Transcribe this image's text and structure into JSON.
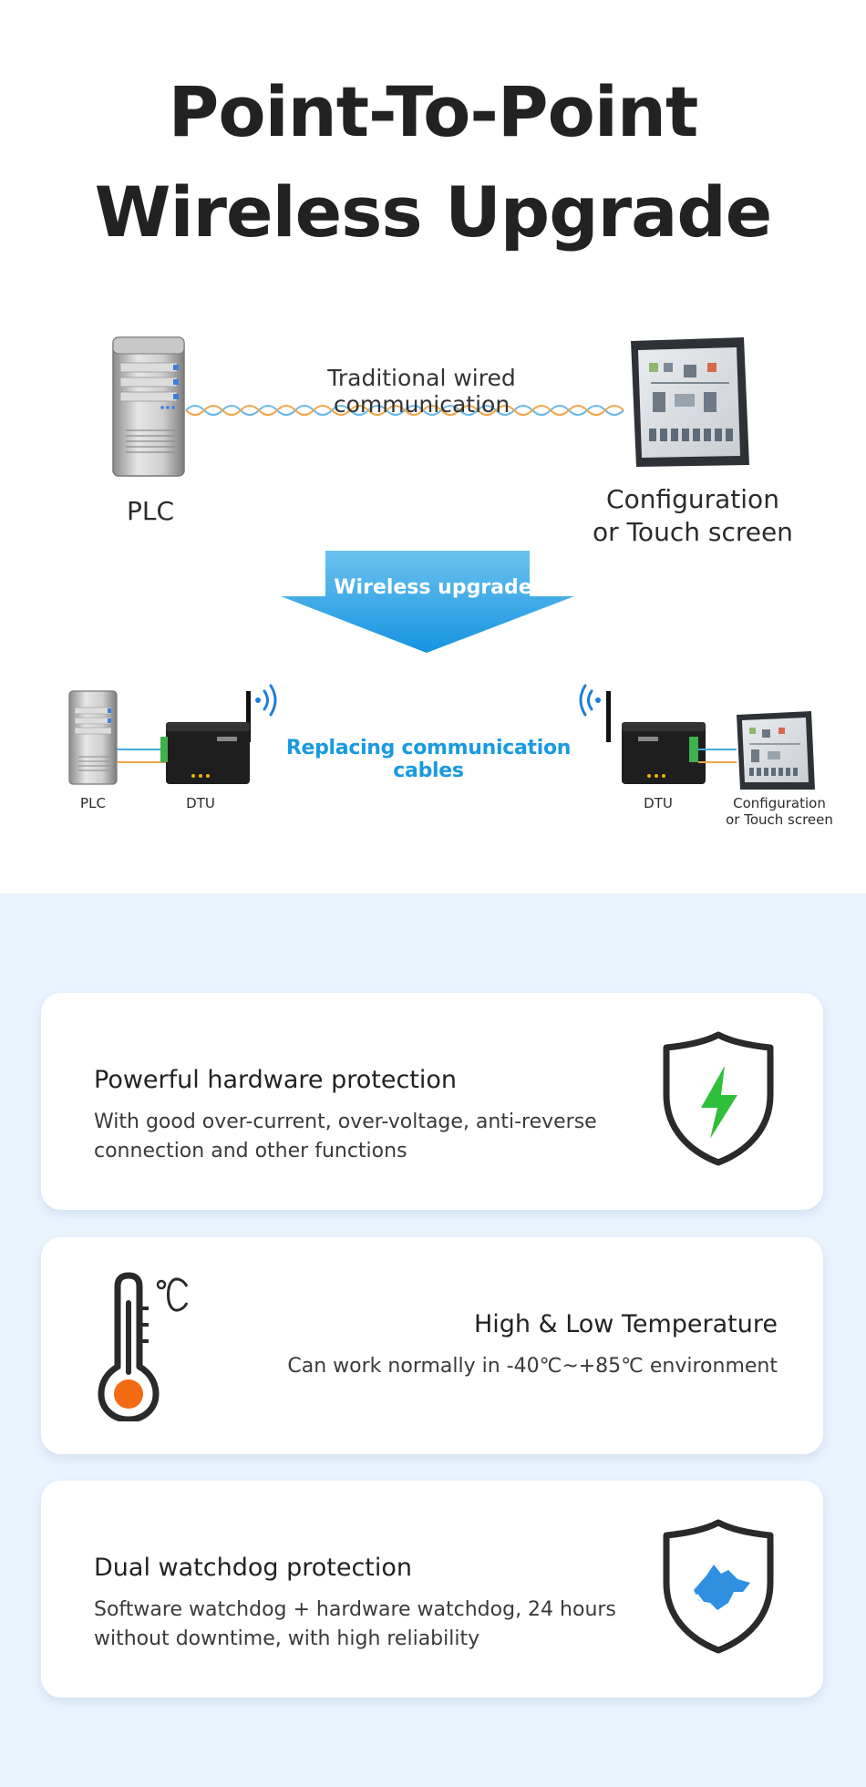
{
  "header": {
    "title_line1": "Point-To-Point",
    "title_line2": "Wireless Upgrade"
  },
  "diagram": {
    "wired_label": "Traditional wired communication",
    "plc_label": "PLC",
    "screen_label_line1": "Configuration",
    "screen_label_line2": "or Touch screen",
    "arrow_label": "Wireless upgrade",
    "replace_label": "Replacing communication cables",
    "small_plc_label": "PLC",
    "dtu_left_label": "DTU",
    "dtu_right_label": "DTU",
    "small_screen_line1": "Configuration",
    "small_screen_line2": "or Touch screen"
  },
  "features": [
    {
      "title": "Powerful hardware protection",
      "desc_line1": "With good over-current, over-voltage, anti-reverse",
      "desc_line2": "connection and other functions",
      "icon": "shield-lightning-icon"
    },
    {
      "title": "High & Low Temperature",
      "desc_line1": "Can work normally in -40℃~+85℃ environment",
      "icon": "thermometer-icon"
    },
    {
      "title": "Dual watchdog protection",
      "desc_line1": "Software watchdog + hardware watchdog, 24 hours",
      "desc_line2": "without downtime, with high reliability",
      "icon": "shield-dog-icon"
    }
  ],
  "colors": {
    "accent_blue": "#1a9ae0",
    "lower_background": "#e9f3fd",
    "lightning_green": "#2fbf3a",
    "thermo_orange": "#f26a12",
    "dog_blue": "#2f8fe0"
  }
}
